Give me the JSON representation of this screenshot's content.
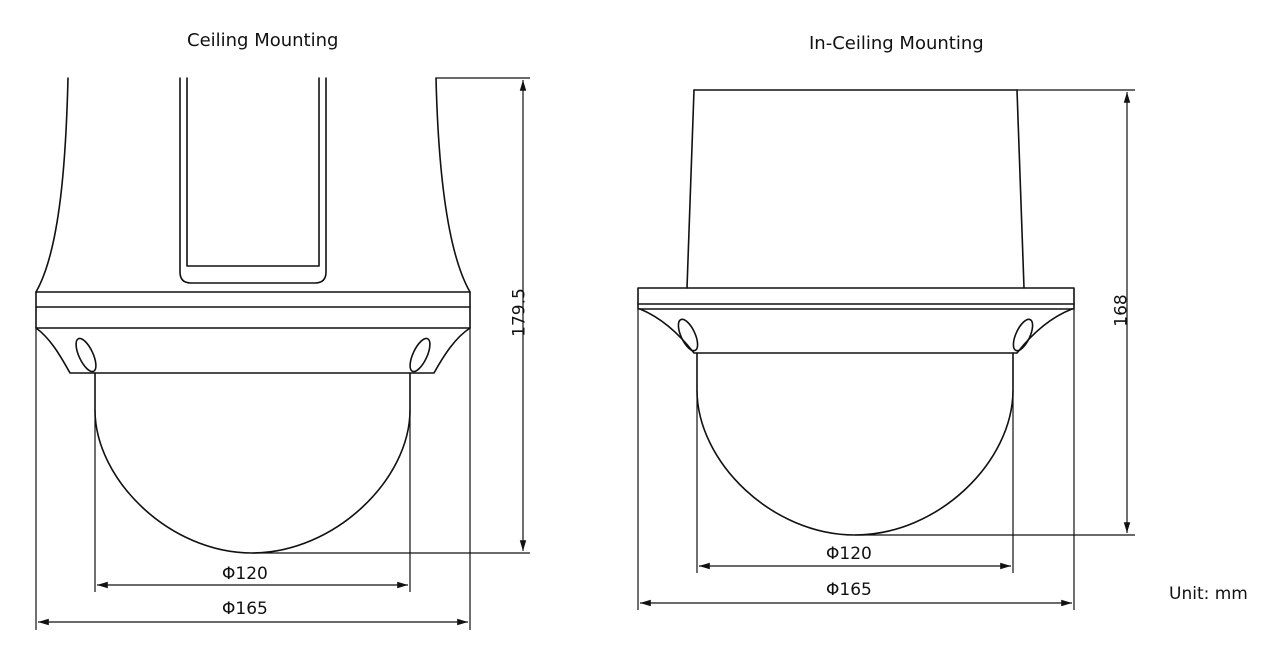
{
  "diagram": {
    "ceiling": {
      "title": "Ceiling Mounting",
      "height_label": "179.5",
      "inner_diameter_label": "Φ120",
      "outer_diameter_label": "Φ165"
    },
    "in_ceiling": {
      "title": "In-Ceiling Mounting",
      "height_label": "168",
      "inner_diameter_label": "Φ120",
      "outer_diameter_label": "Φ165"
    },
    "unit_label": "Unit: mm",
    "colors": {
      "line": "#111111",
      "background": "#ffffff"
    }
  }
}
